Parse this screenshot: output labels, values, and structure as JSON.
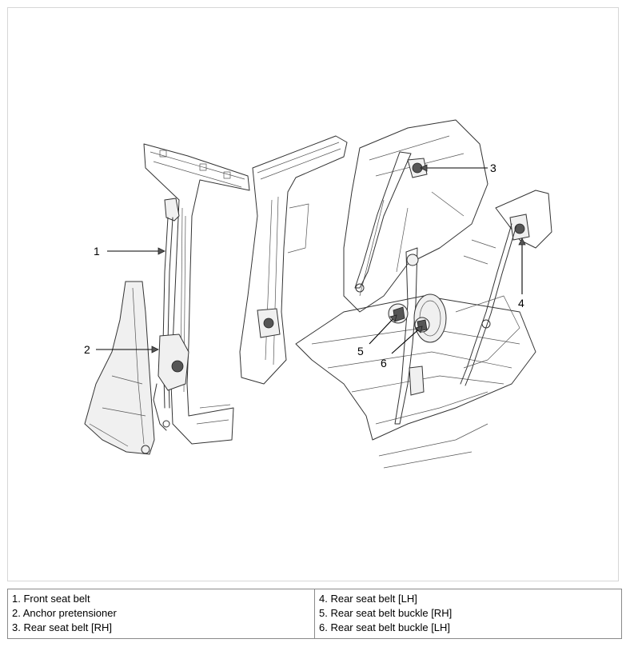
{
  "callouts": [
    {
      "id": "1",
      "label": "1"
    },
    {
      "id": "2",
      "label": "2"
    },
    {
      "id": "3",
      "label": "3"
    },
    {
      "id": "4",
      "label": "4"
    },
    {
      "id": "5",
      "label": "5"
    },
    {
      "id": "6",
      "label": "6"
    }
  ],
  "legend": {
    "left": [
      "1. Front seat belt",
      "2. Anchor pretensioner",
      "3. Rear seat belt [RH]"
    ],
    "right": [
      "4. Rear seat belt [LH]",
      "5. Rear seat belt buckle [RH]",
      "6. Rear seat belt buckle [LH]"
    ]
  }
}
